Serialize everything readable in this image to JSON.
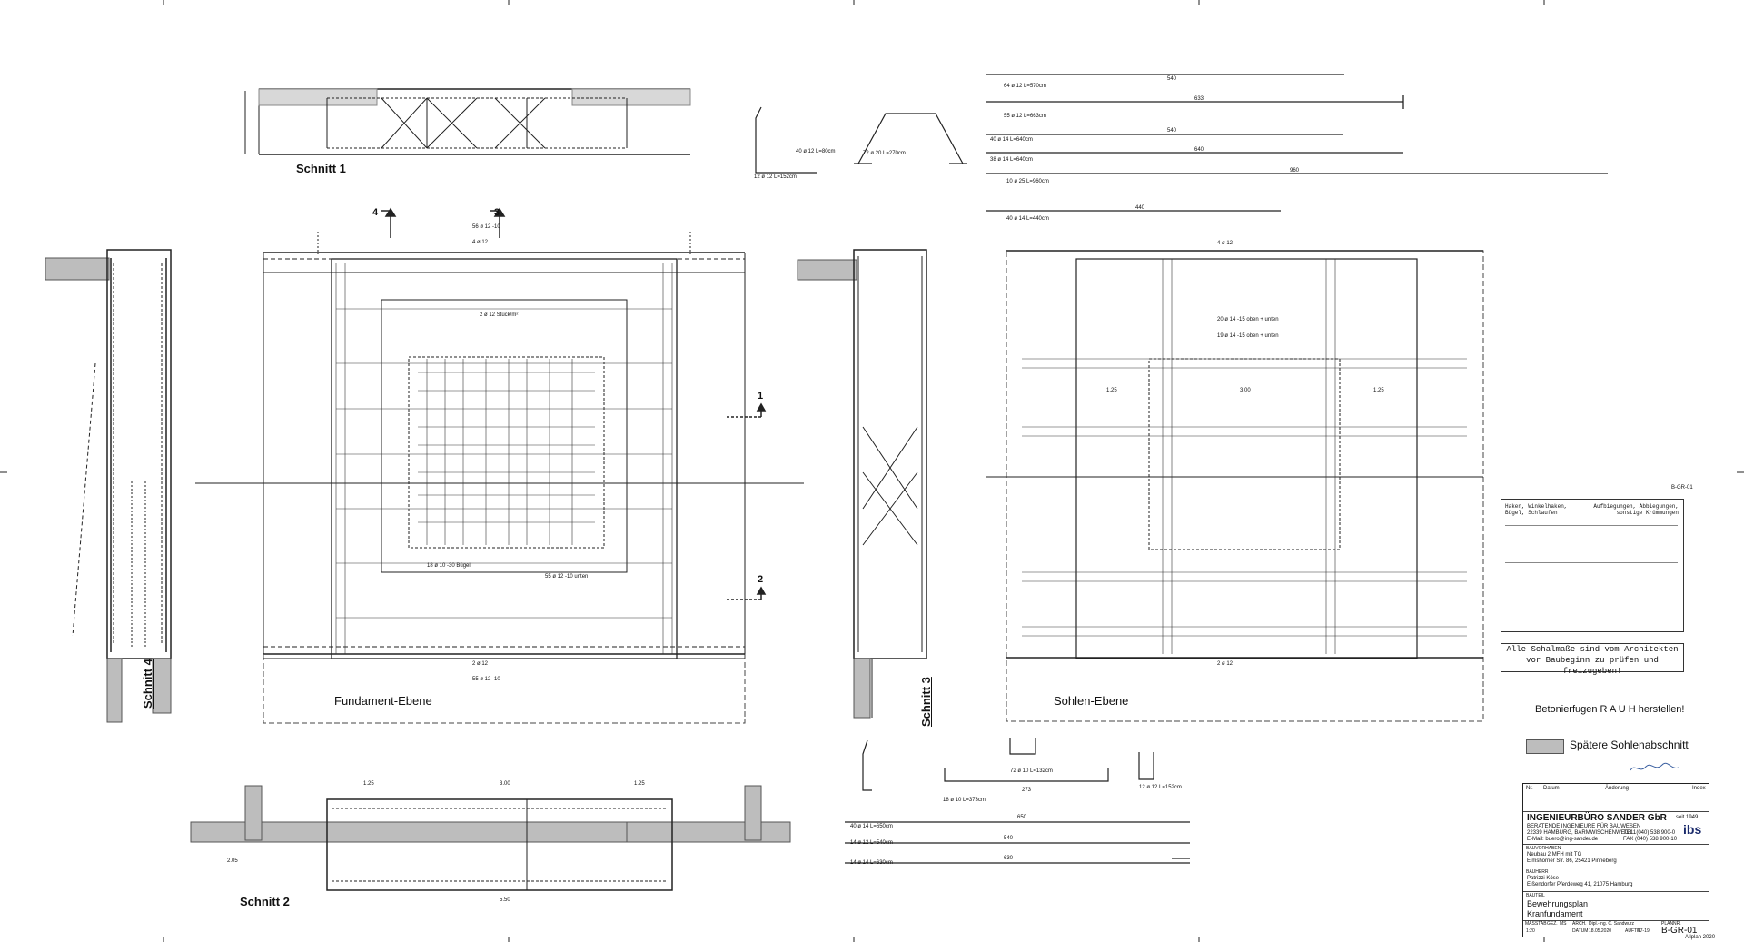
{
  "sections": {
    "schnitt1": "Schnitt 1",
    "schnitt2": "Schnitt 2",
    "schnitt3": "Schnitt 3",
    "schnitt4": "Schnitt 4"
  },
  "plans": {
    "fundament": "Fundament-Ebene",
    "sohlen": "Sohlen-Ebene"
  },
  "section_markers": [
    "1",
    "2",
    "3",
    "4"
  ],
  "detail_labels": {
    "bar_12_12": "12 ø 12 L=152cm",
    "bar_2_40": "40 ø 12 L=80cm",
    "bar_1_72": "72 ø 20 L=270cm",
    "bar_3_64": "64 ø 12 L=570cm",
    "bar_4_55": "55 ø 12 L=663cm",
    "bar_7_40": "40 ø 14 L=640cm",
    "bar_8_38": "38 ø 14 L=640cm",
    "bar_11_10": "10 ø 25 L=960cm",
    "bar_13_40": "40 ø 14 L=440cm",
    "bar_10_72": "72 ø 10 L=132cm",
    "bar_9_18": "18 ø 10 L=373cm",
    "bar_12b": "12 ø 12 L=152cm",
    "bar_14_40": "40 ø 14 L=650cm",
    "bar_5_14": "14 ø 12 L=540cm",
    "bar_6_14": "14 ø 14 L=630cm"
  },
  "dims": {
    "d540": "540",
    "d633": "633",
    "d640": "640",
    "d960": "960",
    "d440": "440",
    "d650": "650",
    "d630": "630",
    "d273": "273",
    "d125": "1.25",
    "d300": "3.00",
    "d550": "5.50",
    "d205": "2.05"
  },
  "plan_labels": {
    "top1": "56 ø 12 -10",
    "top2": "4 ø 12",
    "bot1": "2 ø 12",
    "bot2": "55 ø 12 -10",
    "stk": "2 ø 12 Stück/m²",
    "b18": "18 ø 10 -30 Bügel",
    "b5455": "55 ø 12 -10 unten",
    "s_top": "4 ø 12",
    "s_bot": "2 ø 12",
    "s1": "20 ø 14 -15 oben + unten",
    "s2": "19 ø 14 -15 oben + unten"
  },
  "notes": {
    "schalmasse": "Alle Schalmaße sind vom Architekten vor Baubeginn zu prüfen und freizugeben!",
    "betonierfugen": "Betonierfugen  R A U H  herstellen!",
    "legend": "Spätere Sohlenabschnitt",
    "sheet_ref": "B-GR-01"
  },
  "bend_table": {
    "header_left": "Haken, Winkelhaken, Bügel, Schlaufen",
    "header_right": "Aufbiegungen, Abbiegungen, sonstige Krümmungen"
  },
  "title_block": {
    "cols": [
      "Nr.",
      "Datum",
      "Änderung",
      "Index"
    ],
    "company": "INGENIEURBÜRO SANDER GbR",
    "since": "seit 1949",
    "subtitle": "BERATENDE INGENIEURE FÜR BAUWESEN",
    "addr": "22339 HAMBURG, BARMWISCHENWEG 11",
    "email": "E-Mail: buero@ing-sander.de",
    "tel": "TEL. (040) 538 900-0",
    "fax": "FAX (040) 538 900-10",
    "logo": "ibs",
    "bauvorhaben_lbl": "BAUVORHABEN",
    "bauvorhaben1": "Neubau 2 MFH mit TG",
    "bauvorhaben2": "Elmshorner Str. 86, 25421 Pinneberg",
    "bauherr_lbl": "BAUHERR",
    "bauherr1": "Patrizzi Köse",
    "bauherr2": "Eißendorfer Pferdeweg 41, 21075 Hamburg",
    "bauteil_lbl": "BAUTEIL",
    "bauteil1": "Bewehrungsplan",
    "bauteil2": "Kranfundament",
    "massstab_lbl": "MASSTAB",
    "massstab": "1:20",
    "plan_nr_lbl": "PLANNR.",
    "plan_nr": "B-GR-01",
    "ges": "GEZ.",
    "ges_val": "MS",
    "arch": "ARCH.",
    "arch_val": "Dipl.-Ing. C. Sandwurz",
    "datum_lbl": "DATUM",
    "datum": "18.05.2020",
    "auftr": "AUFTR.",
    "auftr_val": "57-19",
    "software": "Allplan 2020"
  },
  "colors": {
    "line": "#222222",
    "hatch": "#9a9a9a",
    "fill": "#bdbdbd"
  }
}
